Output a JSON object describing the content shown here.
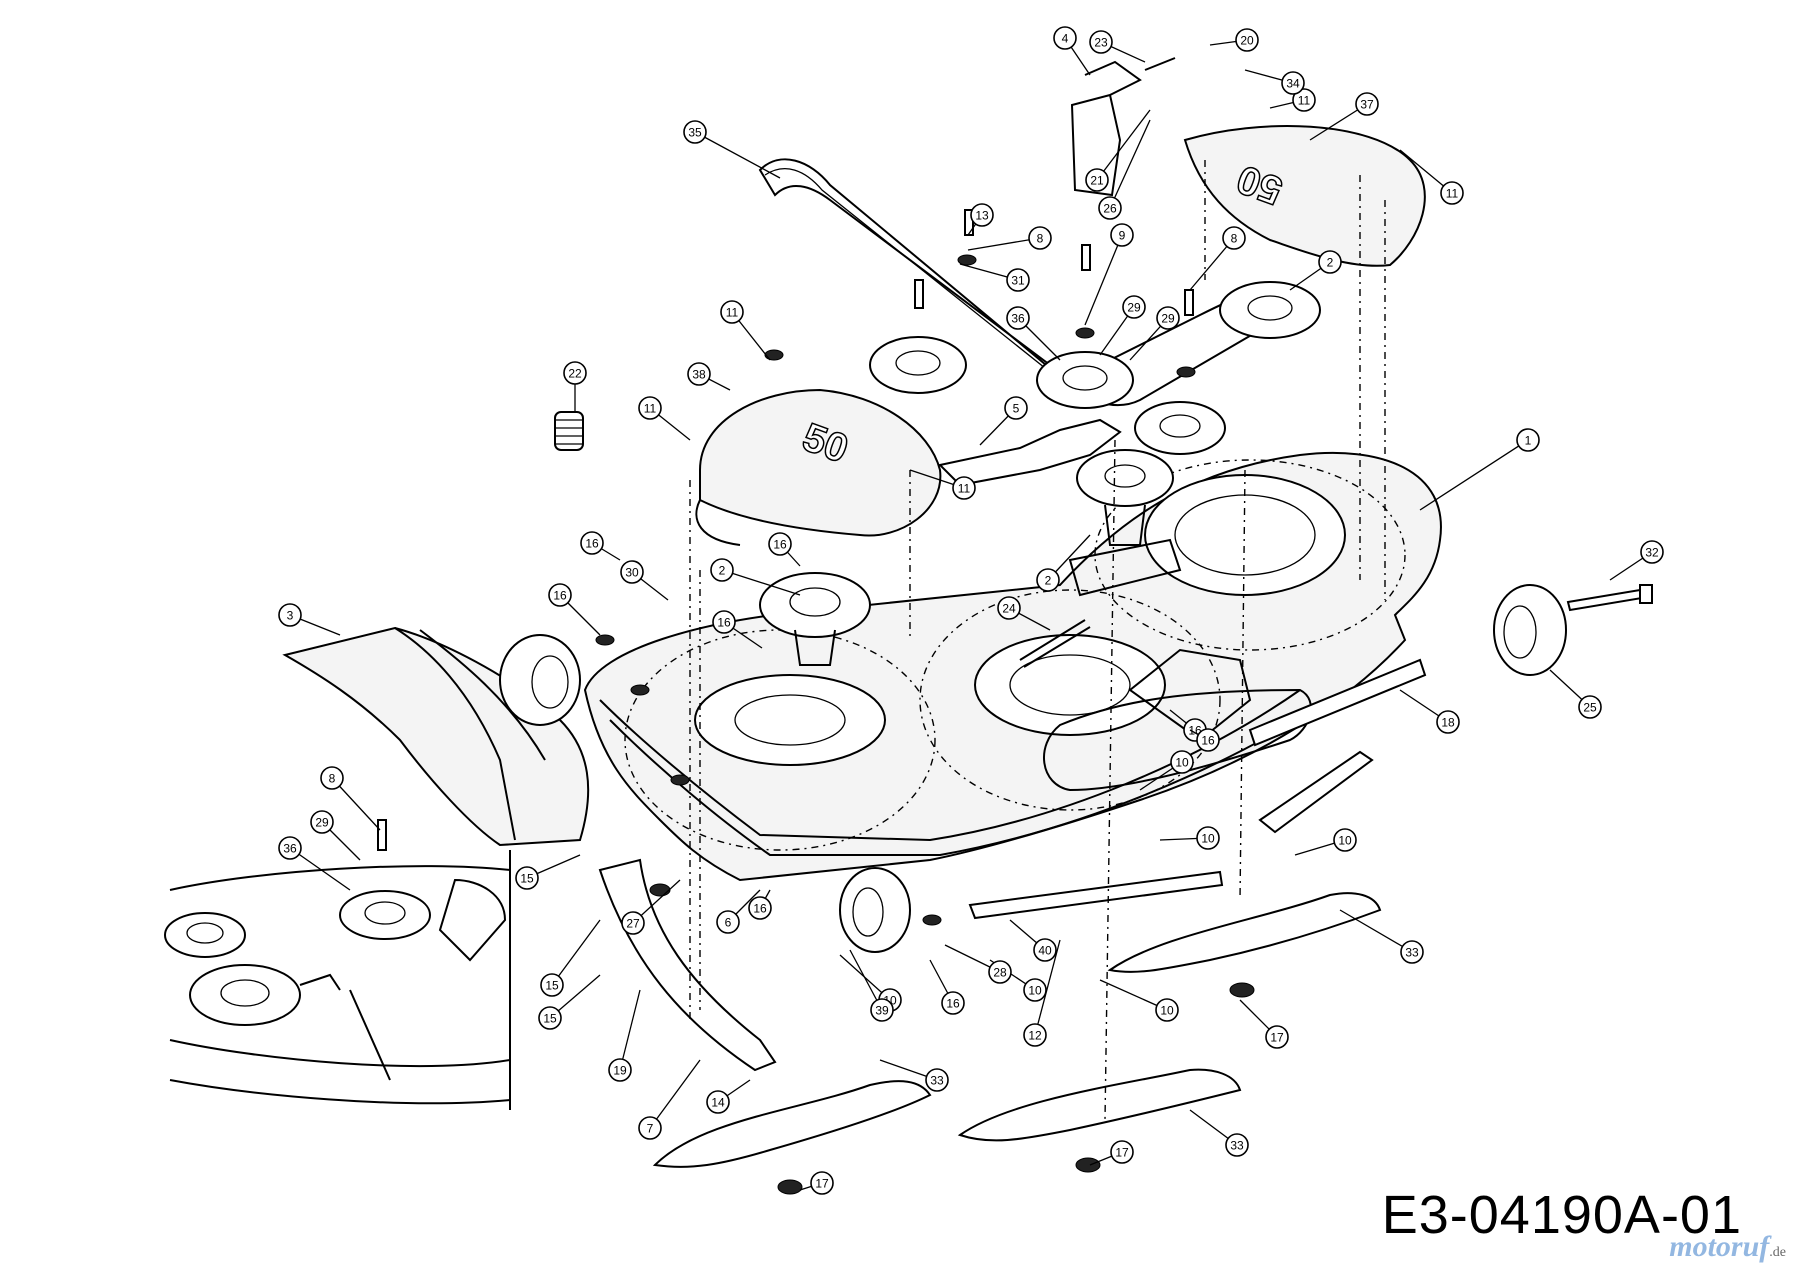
{
  "drawing_code": "E3-04190A-01",
  "watermark": {
    "text": "motoruf",
    "suffix": ".de"
  },
  "deck_badges": [
    "50",
    "50"
  ],
  "callouts": [
    {
      "label": "1",
      "target": "deck-housing"
    },
    {
      "label": "2",
      "target": "spindle-assembly"
    },
    {
      "label": "2",
      "target": "spindle-assembly"
    },
    {
      "label": "2",
      "target": "spindle-assembly"
    },
    {
      "label": "3",
      "target": "discharge-chute"
    },
    {
      "label": "4",
      "target": "bracket"
    },
    {
      "label": "5",
      "target": "idler-arm"
    },
    {
      "label": "6",
      "target": "wheel-bracket"
    },
    {
      "label": "7",
      "target": "stabilizer-bar"
    },
    {
      "label": "8",
      "target": "bolt"
    },
    {
      "label": "8",
      "target": "bolt"
    },
    {
      "label": "8",
      "target": "bolt"
    },
    {
      "label": "9",
      "target": "bolt"
    },
    {
      "label": "10",
      "target": "screw"
    },
    {
      "label": "10",
      "target": "screw"
    },
    {
      "label": "10",
      "target": "screw"
    },
    {
      "label": "10",
      "target": "screw"
    },
    {
      "label": "10",
      "target": "screw"
    },
    {
      "label": "10",
      "target": "screw"
    },
    {
      "label": "11",
      "target": "nut"
    },
    {
      "label": "11",
      "target": "nut"
    },
    {
      "label": "11",
      "target": "nut"
    },
    {
      "label": "11",
      "target": "nut"
    },
    {
      "label": "11",
      "target": "nut"
    },
    {
      "label": "12",
      "target": "screw"
    },
    {
      "label": "13",
      "target": "bolt"
    },
    {
      "label": "14",
      "target": "screw"
    },
    {
      "label": "15",
      "target": "screw"
    },
    {
      "label": "15",
      "target": "screw"
    },
    {
      "label": "15",
      "target": "screw"
    },
    {
      "label": "16",
      "target": "nut"
    },
    {
      "label": "16",
      "target": "nut"
    },
    {
      "label": "16",
      "target": "nut"
    },
    {
      "label": "16",
      "target": "nut"
    },
    {
      "label": "16",
      "target": "nut"
    },
    {
      "label": "16",
      "target": "nut"
    },
    {
      "label": "16",
      "target": "nut"
    },
    {
      "label": "16",
      "target": "nut"
    },
    {
      "label": "17",
      "target": "blade-nut"
    },
    {
      "label": "17",
      "target": "blade-nut"
    },
    {
      "label": "17",
      "target": "blade-nut"
    },
    {
      "label": "18",
      "target": "baffle"
    },
    {
      "label": "19",
      "target": "bracket"
    },
    {
      "label": "20",
      "target": "pin"
    },
    {
      "label": "21",
      "target": "spring-clip"
    },
    {
      "label": "22",
      "target": "spring"
    },
    {
      "label": "23",
      "target": "spring"
    },
    {
      "label": "24",
      "target": "spring"
    },
    {
      "label": "25",
      "target": "deck-wheel"
    },
    {
      "label": "26",
      "target": "washer"
    },
    {
      "label": "27",
      "target": "bracket"
    },
    {
      "label": "28",
      "target": "spacer"
    },
    {
      "label": "29",
      "target": "washer"
    },
    {
      "label": "29",
      "target": "washer"
    },
    {
      "label": "29",
      "target": "washer"
    },
    {
      "label": "30",
      "target": "grease-fitting"
    },
    {
      "label": "31",
      "target": "washer"
    },
    {
      "label": "32",
      "target": "shoulder-bolt"
    },
    {
      "label": "33",
      "target": "mower-blade"
    },
    {
      "label": "33",
      "target": "mower-blade"
    },
    {
      "label": "33",
      "target": "mower-blade"
    },
    {
      "label": "34",
      "target": "rod"
    },
    {
      "label": "35",
      "target": "v-belt"
    },
    {
      "label": "36",
      "target": "idler-pulley"
    },
    {
      "label": "36",
      "target": "idler-pulley"
    },
    {
      "label": "37",
      "target": "belt-cover-right"
    },
    {
      "label": "38",
      "target": "belt-cover-left"
    },
    {
      "label": "39",
      "target": "wheel"
    },
    {
      "label": "40",
      "target": "baffle"
    }
  ]
}
